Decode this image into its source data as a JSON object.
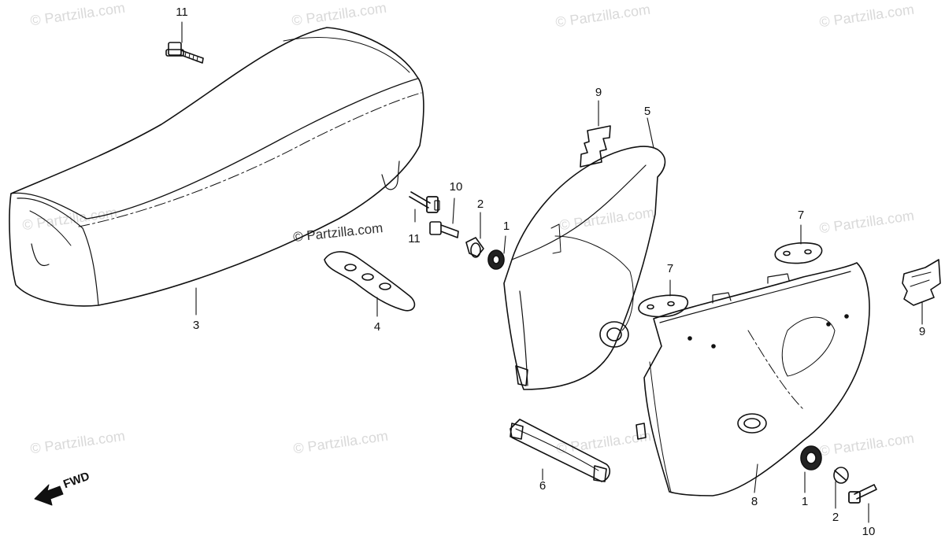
{
  "watermark": "© Partzilla.com",
  "direction_label": "FWD",
  "callouts": [
    {
      "id": "c11a",
      "text": "11"
    },
    {
      "id": "c3",
      "text": "3"
    },
    {
      "id": "c4",
      "text": "4"
    },
    {
      "id": "c11b",
      "text": "11"
    },
    {
      "id": "c10a",
      "text": "10"
    },
    {
      "id": "c2a",
      "text": "2"
    },
    {
      "id": "c1a",
      "text": "1"
    },
    {
      "id": "c9a",
      "text": "9"
    },
    {
      "id": "c5",
      "text": "5"
    },
    {
      "id": "c7a",
      "text": "7"
    },
    {
      "id": "c7b",
      "text": "7"
    },
    {
      "id": "c9b",
      "text": "9"
    },
    {
      "id": "c6",
      "text": "6"
    },
    {
      "id": "c8",
      "text": "8"
    },
    {
      "id": "c1b",
      "text": "1"
    },
    {
      "id": "c2b",
      "text": "2"
    },
    {
      "id": "c10b",
      "text": "10"
    }
  ]
}
